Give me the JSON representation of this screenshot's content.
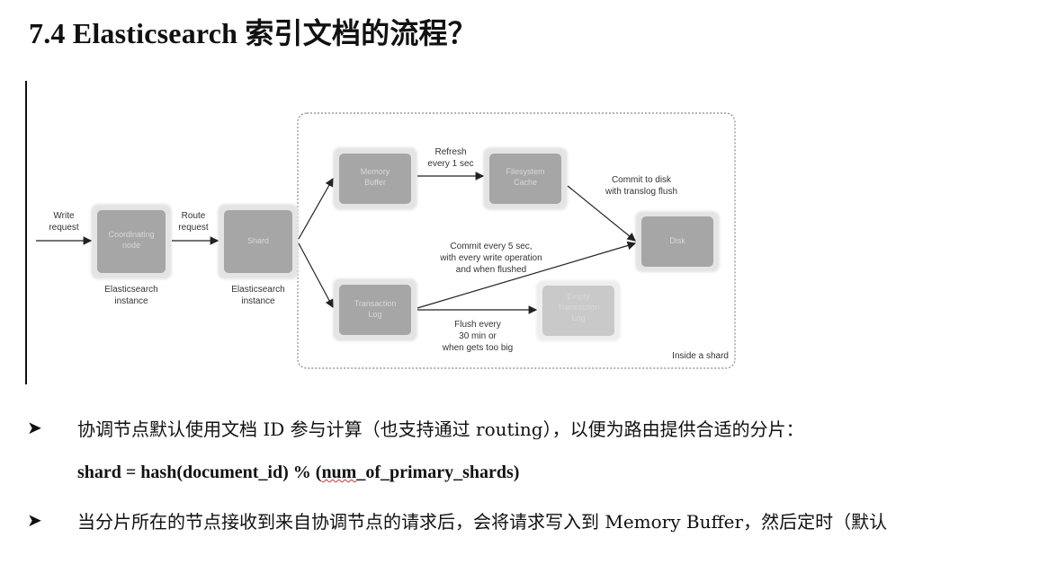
{
  "heading": "7.4 Elasticsearch 索引文档的流程？",
  "diagram": {
    "write_request": [
      "Write",
      "request"
    ],
    "route_request": [
      "Route",
      "request"
    ],
    "coordinating_node": [
      "Coordinating",
      "node"
    ],
    "shard": "Shard",
    "instance_label_1": [
      "Elasticsearch",
      "instance"
    ],
    "instance_label_2": [
      "Elasticsearch",
      "instance"
    ],
    "memory_buffer": [
      "Memory",
      "Buffer"
    ],
    "filesystem_cache": [
      "Filesystem",
      "Cache"
    ],
    "transaction_log": [
      "Transaction",
      "Log"
    ],
    "empty_transaction_log": [
      "Empty",
      "Transaction",
      "Log"
    ],
    "disk": "Disk",
    "refresh": [
      "Refresh",
      "every 1 sec"
    ],
    "commit_to_disk": [
      "Commit to disk",
      "with translog flush"
    ],
    "commit_every": [
      "Commit every 5 sec,",
      "with every write operation",
      "and when flushed"
    ],
    "flush_every": [
      "Flush every",
      "30 min or",
      "when gets too big"
    ],
    "inside_shard": "Inside a shard"
  },
  "bullets": [
    {
      "glyph": "➤",
      "text": "协调节点默认使用文档 ID 参与计算（也支持通过 routing），以便为路由提供合适的分片："
    },
    {
      "glyph": "➤",
      "text": "当分片所在的节点接收到来自协调节点的请求后，会将请求写入到 Memory Buffer，然后定时（默认"
    }
  ],
  "formula": {
    "before": "shard = hash(document_id) % (",
    "squiggle": "num",
    "after": "_of_primary_shards)"
  }
}
